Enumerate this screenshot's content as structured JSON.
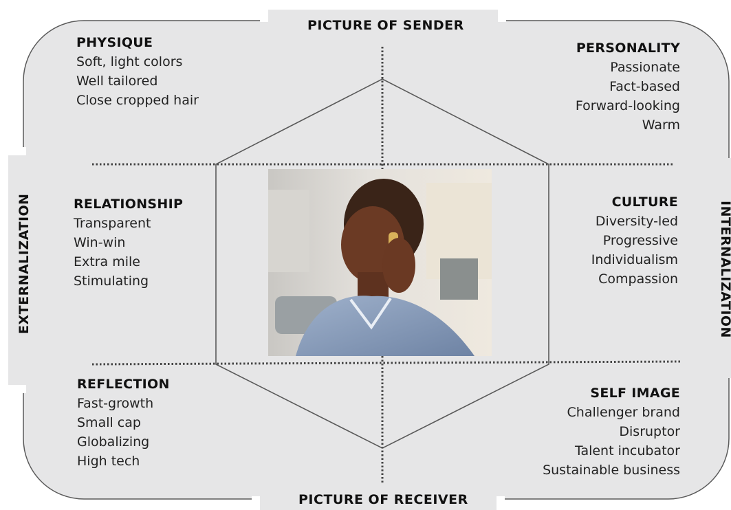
{
  "diagram": {
    "top_label": "PICTURE OF SENDER",
    "bottom_label": "PICTURE OF RECEIVER",
    "left_label": "EXTERNALIZATION",
    "right_label": "INTERNALIZATION",
    "colors": {
      "panel": "#e6e6e7",
      "outline": "#5a5a5a",
      "dotted": "#444444"
    },
    "facets": {
      "physique": {
        "heading": "PHYSIQUE",
        "items": [
          "Soft, light colors",
          "Well tailored",
          "Close cropped hair"
        ]
      },
      "personality": {
        "heading": "PERSONALITY",
        "items": [
          "Passionate",
          "Fact-based",
          "Forward-looking",
          "Warm"
        ]
      },
      "relationship": {
        "heading": "RELATIONSHIP",
        "items": [
          "Transparent",
          "Win-win",
          "Extra mile",
          "Stimulating"
        ]
      },
      "culture": {
        "heading": "CULTURE",
        "items": [
          "Diversity-led",
          "Progressive",
          "Individualism",
          "Compassion"
        ]
      },
      "reflection": {
        "heading": "REFLECTION",
        "items": [
          "Fast-growth",
          "Small cap",
          "Globalizing",
          "High tech"
        ]
      },
      "self_image": {
        "heading": "SELF IMAGE",
        "items": [
          "Challenger brand",
          "Disruptor",
          "Talent incubator",
          "Sustainable business"
        ]
      }
    }
  }
}
